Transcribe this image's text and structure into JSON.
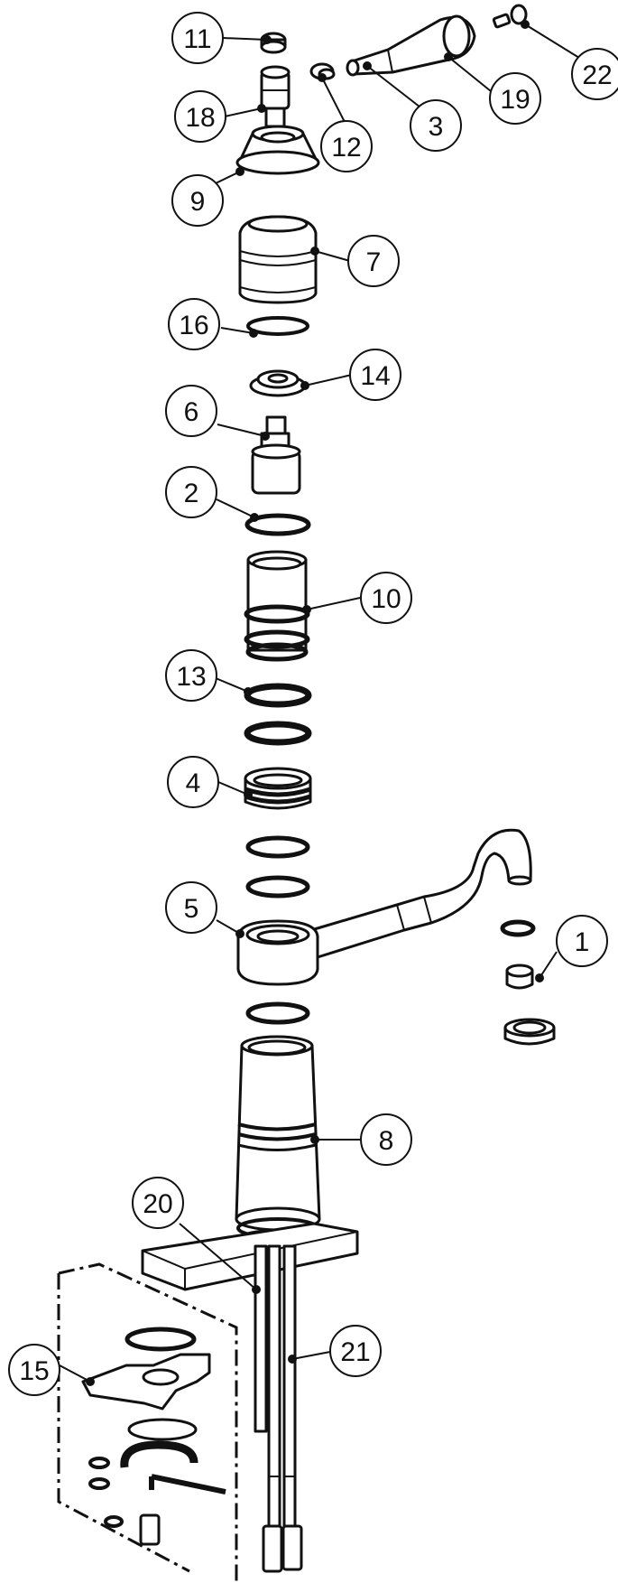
{
  "callouts": [
    {
      "id": "c1",
      "label": "1"
    },
    {
      "id": "c2",
      "label": "2"
    },
    {
      "id": "c3",
      "label": "3"
    },
    {
      "id": "c4",
      "label": "4"
    },
    {
      "id": "c5",
      "label": "5"
    },
    {
      "id": "c6",
      "label": "6"
    },
    {
      "id": "c7",
      "label": "7"
    },
    {
      "id": "c8",
      "label": "8"
    },
    {
      "id": "c9",
      "label": "9"
    },
    {
      "id": "c10",
      "label": "10"
    },
    {
      "id": "c11",
      "label": "11"
    },
    {
      "id": "c12",
      "label": "12"
    },
    {
      "id": "c13",
      "label": "13"
    },
    {
      "id": "c14",
      "label": "14"
    },
    {
      "id": "c15",
      "label": "15"
    },
    {
      "id": "c16",
      "label": "16"
    },
    {
      "id": "c18",
      "label": "18"
    },
    {
      "id": "c19",
      "label": "19"
    },
    {
      "id": "c20",
      "label": "20"
    },
    {
      "id": "c21",
      "label": "21"
    },
    {
      "id": "c22",
      "label": "22"
    }
  ]
}
